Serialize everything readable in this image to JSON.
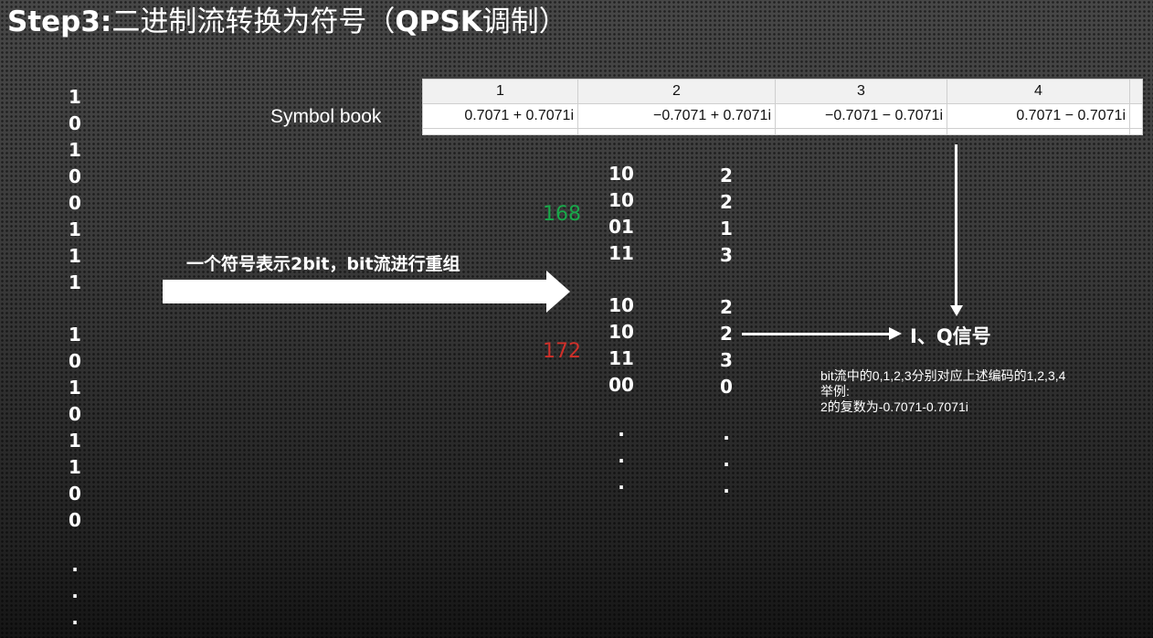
{
  "title": {
    "bold": "Step3:",
    "rest": "二进制流转换为符号（",
    "bold2": "QPSK",
    "rest2": "调制）"
  },
  "bits_top": [
    "1",
    "0",
    "1",
    "0",
    "0",
    "1",
    "1",
    "1"
  ],
  "bits_bottom": [
    "1",
    "0",
    "1",
    "0",
    "1",
    "1",
    "0",
    "0"
  ],
  "bits_dots": [
    ".",
    ".",
    "."
  ],
  "symbol_book": {
    "label": "Symbol book",
    "headers": [
      "1",
      "2",
      "3",
      "4"
    ],
    "values": [
      "0.7071 + 0.7071i",
      "−0.7071 + 0.7071i",
      "−0.7071 − 0.7071i",
      "0.7071 − 0.7071i"
    ]
  },
  "regroup_label": "一个符号表示2bit，bit流进行重组",
  "marker_green": "168",
  "marker_red": "172",
  "pairs_top": [
    "10",
    "10",
    "01",
    "11"
  ],
  "pairs_bottom": [
    "10",
    "10",
    "11",
    "00"
  ],
  "pairs_dots": [
    ".",
    ".",
    "."
  ],
  "symbols_top": [
    "2",
    "2",
    "1",
    "3"
  ],
  "symbols_bottom": [
    "2",
    "2",
    "3",
    "0"
  ],
  "symbols_dots": [
    ".",
    ".",
    "."
  ],
  "iq_label": "I、Q信号",
  "note": [
    "bit流中的0,1,2,3分别对应上述编码的1,2,3,4",
    "举例:",
    "2的复数为-0.7071-0.7071i"
  ],
  "colors": {
    "green": "#19a84a",
    "red": "#d0302a"
  }
}
